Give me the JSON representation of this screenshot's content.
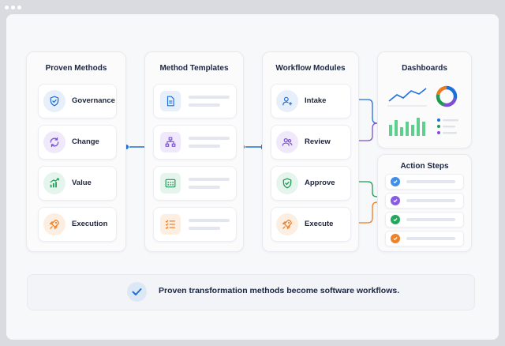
{
  "columns": {
    "proven_methods": {
      "title": "Proven Methods",
      "items": [
        {
          "label": "Governance",
          "icon": "shield-icon",
          "color": "#1f6fd8"
        },
        {
          "label": "Change",
          "icon": "refresh-icon",
          "color": "#7b4fd6"
        },
        {
          "label": "Value",
          "icon": "growth-chart-icon",
          "color": "#1f9a55"
        },
        {
          "label": "Execution",
          "icon": "rocket-icon",
          "color": "#ee7a1e"
        }
      ]
    },
    "method_templates": {
      "title": "Method Templates",
      "items": [
        {
          "icon": "document-icon",
          "color": "#1f6fd8"
        },
        {
          "icon": "org-chart-icon",
          "color": "#7b4fd6"
        },
        {
          "icon": "calendar-grid-icon",
          "color": "#1f9a55"
        },
        {
          "icon": "checklist-icon",
          "color": "#ee7a1e"
        }
      ]
    },
    "workflow_modules": {
      "title": "Workflow Modules",
      "items": [
        {
          "label": "Intake",
          "icon": "user-add-icon",
          "color": "#1f6fd8"
        },
        {
          "label": "Review",
          "icon": "users-icon",
          "color": "#7b4fd6"
        },
        {
          "label": "Approve",
          "icon": "shield-check-icon",
          "color": "#1f9a55"
        },
        {
          "label": "Execute",
          "icon": "rocket-icon",
          "color": "#ee7a1e"
        }
      ]
    },
    "dashboards": {
      "title": "Dashboards",
      "widgets": [
        "line-chart-icon",
        "donut-chart-icon",
        "bar-chart-icon",
        "legend-list-icon"
      ]
    },
    "action_steps": {
      "title": "Action Steps",
      "items": [
        {
          "icon": "check-circle-icon",
          "color": "#3f8fe8"
        },
        {
          "icon": "check-circle-icon",
          "color": "#8a5be3"
        },
        {
          "icon": "check-circle-icon",
          "color": "#21a85c"
        },
        {
          "icon": "check-circle-icon",
          "color": "#ef8127"
        }
      ]
    }
  },
  "banner": {
    "text": "Proven transformation methods become software workflows.",
    "icon": "check-icon"
  },
  "colors": {
    "blue": "#1f6fd8",
    "purple": "#7b4fd6",
    "green": "#1f9a55",
    "orange": "#ee7a1e",
    "arrow": "#1f6fd8"
  }
}
